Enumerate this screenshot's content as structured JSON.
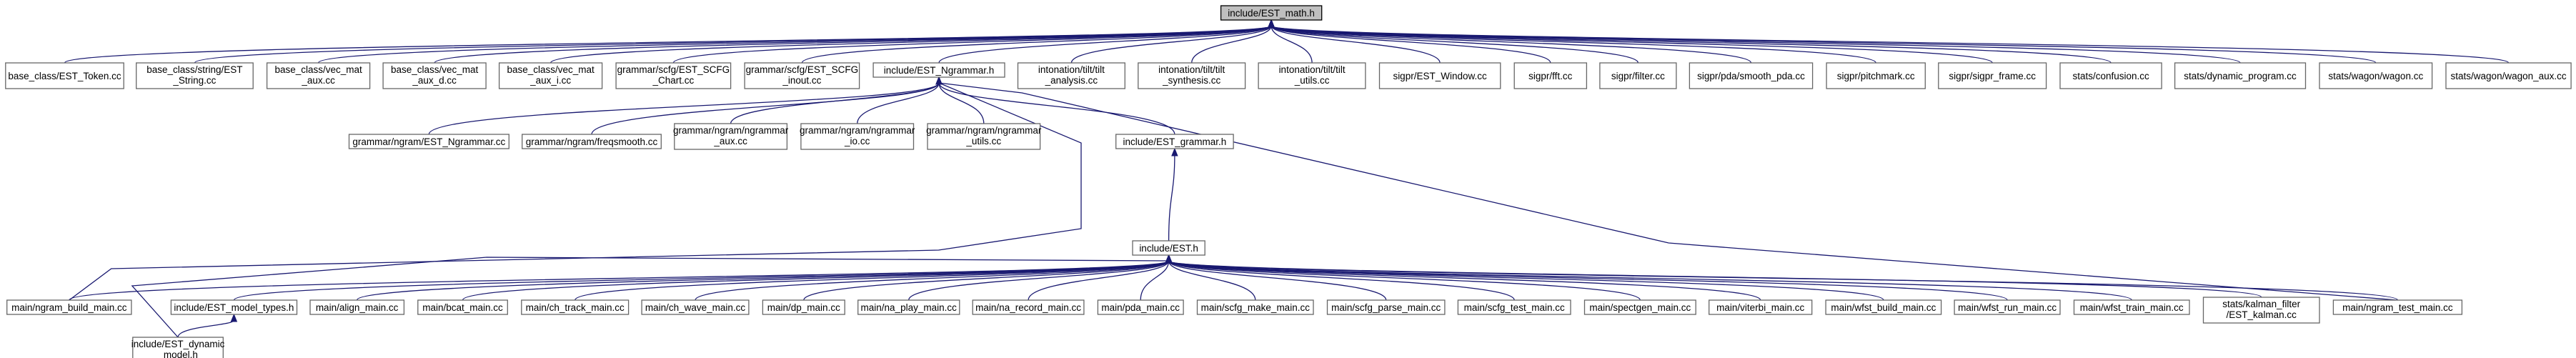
{
  "diagram": {
    "title": "",
    "colors": {
      "edge": "#191970",
      "node_border": "#666666",
      "root_fill": "#bfbfbf",
      "node_fill": "#ffffff"
    },
    "nodes": [
      {
        "id": "n0",
        "lines": [
          "include/EST_math.h"
        ]
      },
      {
        "id": "n1",
        "lines": [
          "base_class/EST_Token.cc"
        ]
      },
      {
        "id": "n2",
        "lines": [
          "base_class/string/EST",
          "_String.cc"
        ]
      },
      {
        "id": "n3",
        "lines": [
          "base_class/vec_mat",
          "_aux.cc"
        ]
      },
      {
        "id": "n4",
        "lines": [
          "base_class/vec_mat",
          "_aux_d.cc"
        ]
      },
      {
        "id": "n5",
        "lines": [
          "base_class/vec_mat",
          "_aux_i.cc"
        ]
      },
      {
        "id": "n6",
        "lines": [
          "grammar/scfg/EST_SCFG",
          "_Chart.cc"
        ]
      },
      {
        "id": "n7",
        "lines": [
          "grammar/scfg/EST_SCFG",
          "_inout.cc"
        ]
      },
      {
        "id": "n8",
        "lines": [
          "include/EST_Ngrammar.h"
        ]
      },
      {
        "id": "n9",
        "lines": [
          "intonation/tilt/tilt",
          "_analysis.cc"
        ]
      },
      {
        "id": "n10",
        "lines": [
          "intonation/tilt/tilt",
          "_synthesis.cc"
        ]
      },
      {
        "id": "n11",
        "lines": [
          "intonation/tilt/tilt",
          "_utils.cc"
        ]
      },
      {
        "id": "n12",
        "lines": [
          "sigpr/EST_Window.cc"
        ]
      },
      {
        "id": "n13",
        "lines": [
          "sigpr/fft.cc"
        ]
      },
      {
        "id": "n14",
        "lines": [
          "sigpr/filter.cc"
        ]
      },
      {
        "id": "n15",
        "lines": [
          "sigpr/pda/smooth_pda.cc"
        ]
      },
      {
        "id": "n16",
        "lines": [
          "sigpr/pitchmark.cc"
        ]
      },
      {
        "id": "n17",
        "lines": [
          "sigpr/sigpr_frame.cc"
        ]
      },
      {
        "id": "n18",
        "lines": [
          "stats/confusion.cc"
        ]
      },
      {
        "id": "n19",
        "lines": [
          "stats/dynamic_program.cc"
        ]
      },
      {
        "id": "n20",
        "lines": [
          "stats/wagon/wagon.cc"
        ]
      },
      {
        "id": "n21",
        "lines": [
          "stats/wagon/wagon_aux.cc"
        ]
      },
      {
        "id": "n22",
        "lines": [
          "grammar/ngram/EST_Ngrammar.cc"
        ]
      },
      {
        "id": "n23",
        "lines": [
          "grammar/ngram/freqsmooth.cc"
        ]
      },
      {
        "id": "n24",
        "lines": [
          "grammar/ngram/ngrammar",
          "_aux.cc"
        ]
      },
      {
        "id": "n25",
        "lines": [
          "grammar/ngram/ngrammar",
          "_io.cc"
        ]
      },
      {
        "id": "n26",
        "lines": [
          "grammar/ngram/ngrammar",
          "_utils.cc"
        ]
      },
      {
        "id": "n27",
        "lines": [
          "include/EST_grammar.h"
        ]
      },
      {
        "id": "n28",
        "lines": [
          "include/EST.h"
        ]
      },
      {
        "id": "n29",
        "lines": [
          "main/ngram_build_main.cc"
        ]
      },
      {
        "id": "n30",
        "lines": [
          "include/EST_model_types.h"
        ]
      },
      {
        "id": "n31",
        "lines": [
          "main/align_main.cc"
        ]
      },
      {
        "id": "n32",
        "lines": [
          "main/bcat_main.cc"
        ]
      },
      {
        "id": "n33",
        "lines": [
          "main/ch_track_main.cc"
        ]
      },
      {
        "id": "n34",
        "lines": [
          "main/ch_wave_main.cc"
        ]
      },
      {
        "id": "n35",
        "lines": [
          "main/dp_main.cc"
        ]
      },
      {
        "id": "n36",
        "lines": [
          "main/na_play_main.cc"
        ]
      },
      {
        "id": "n37",
        "lines": [
          "main/na_record_main.cc"
        ]
      },
      {
        "id": "n38",
        "lines": [
          "main/pda_main.cc"
        ]
      },
      {
        "id": "n39",
        "lines": [
          "main/scfg_make_main.cc"
        ]
      },
      {
        "id": "n40",
        "lines": [
          "main/scfg_parse_main.cc"
        ]
      },
      {
        "id": "n41",
        "lines": [
          "main/scfg_test_main.cc"
        ]
      },
      {
        "id": "n42",
        "lines": [
          "main/spectgen_main.cc"
        ]
      },
      {
        "id": "n43",
        "lines": [
          "main/viterbi_main.cc"
        ]
      },
      {
        "id": "n44",
        "lines": [
          "main/wfst_build_main.cc"
        ]
      },
      {
        "id": "n45",
        "lines": [
          "main/wfst_run_main.cc"
        ]
      },
      {
        "id": "n46",
        "lines": [
          "main/wfst_train_main.cc"
        ]
      },
      {
        "id": "n47",
        "lines": [
          "stats/kalman_filter",
          "/EST_kalman.cc"
        ]
      },
      {
        "id": "n48",
        "lines": [
          "main/ngram_test_main.cc"
        ]
      },
      {
        "id": "n49",
        "lines": [
          "include/EST_dynamic",
          "_model.h"
        ]
      }
    ]
  }
}
